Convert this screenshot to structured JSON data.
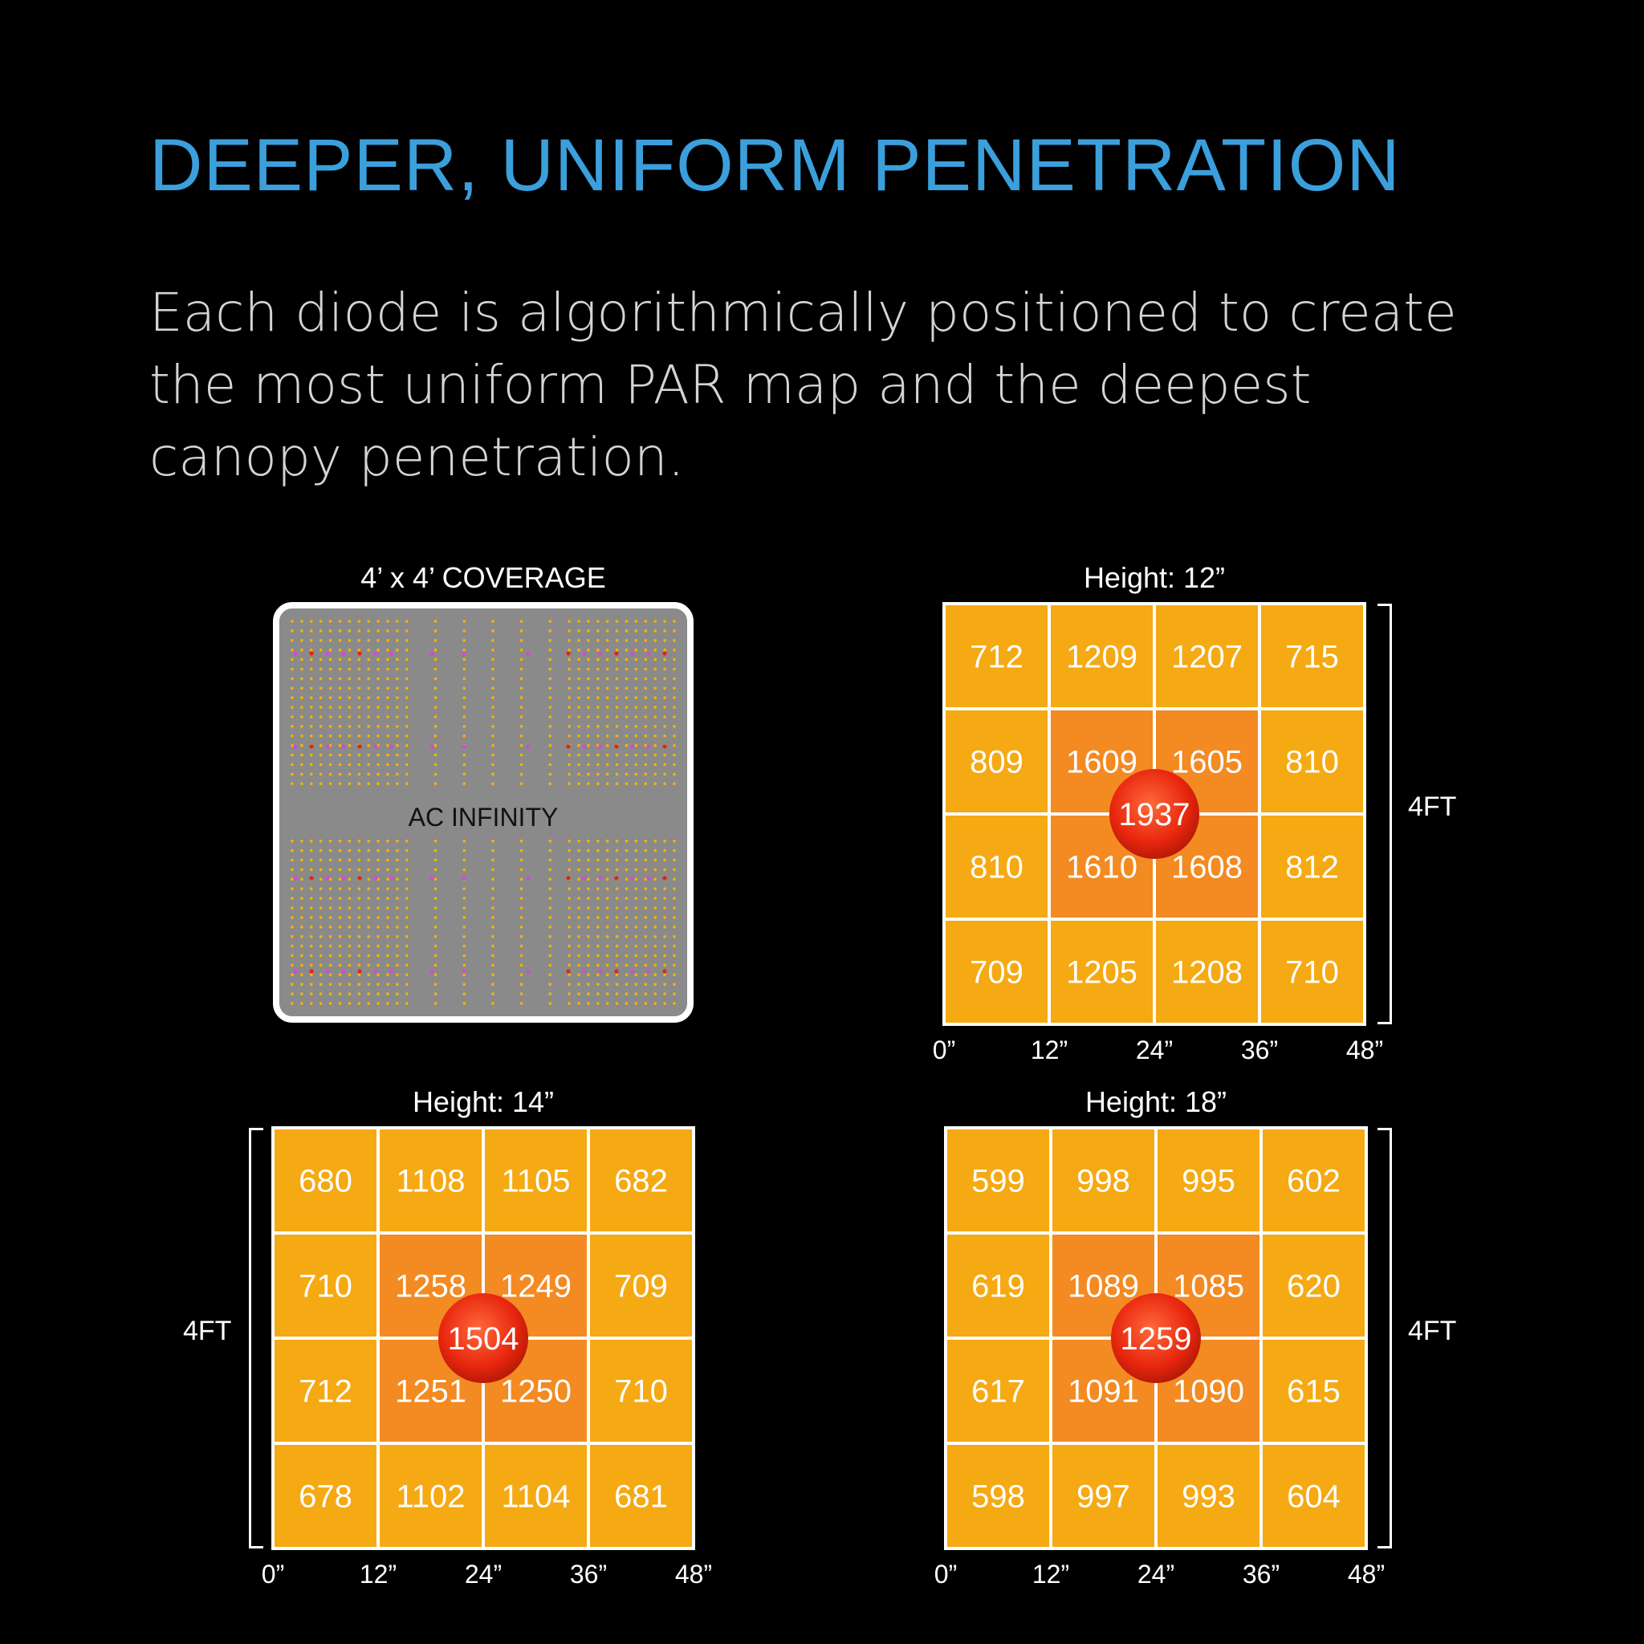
{
  "header": {
    "title": "DEEPER, UNIFORM PENETRATION",
    "description": "Each diode is algorithmically positioned to create the most uniform PAR map and the deepest canopy penetration."
  },
  "light_panel": {
    "title": "4’ x 4’ COVERAGE",
    "brand": "AC INFINITY",
    "colors": {
      "board": "#8a8a8a",
      "diode": "#f5b400",
      "accent_diode": "#d04bd8",
      "red_diode": "#e0251b",
      "frame": "#ffffff"
    }
  },
  "colors": {
    "outer_cell": "#f5a913",
    "inner_cell": "#f38a22",
    "grid_line": "#ffffff",
    "center_dot": "#e8260e",
    "title_blue": "#3b9fdc"
  },
  "chart_data": [
    {
      "type": "heatmap",
      "title": "Height: 12”",
      "side_label": "4FT",
      "side": "right",
      "x_ticks": [
        "0”",
        "12”",
        "24”",
        "36”",
        "48”"
      ],
      "grid": [
        [
          712,
          1209,
          1207,
          715
        ],
        [
          809,
          1609,
          1605,
          810
        ],
        [
          810,
          1610,
          1608,
          812
        ],
        [
          709,
          1205,
          1208,
          710
        ]
      ],
      "center": 1937
    },
    {
      "type": "heatmap",
      "title": "Height: 14”",
      "side_label": "4FT",
      "side": "left",
      "x_ticks": [
        "0”",
        "12”",
        "24”",
        "36”",
        "48”"
      ],
      "grid": [
        [
          680,
          1108,
          1105,
          682
        ],
        [
          710,
          1258,
          1249,
          709
        ],
        [
          712,
          1251,
          1250,
          710
        ],
        [
          678,
          1102,
          1104,
          681
        ]
      ],
      "center": 1504
    },
    {
      "type": "heatmap",
      "title": "Height: 18”",
      "side_label": "4FT",
      "side": "right",
      "x_ticks": [
        "0”",
        "12”",
        "24”",
        "36”",
        "48”"
      ],
      "grid": [
        [
          599,
          998,
          995,
          602
        ],
        [
          619,
          1089,
          1085,
          620
        ],
        [
          617,
          1091,
          1090,
          615
        ],
        [
          598,
          997,
          993,
          604
        ]
      ],
      "center": 1259
    }
  ]
}
